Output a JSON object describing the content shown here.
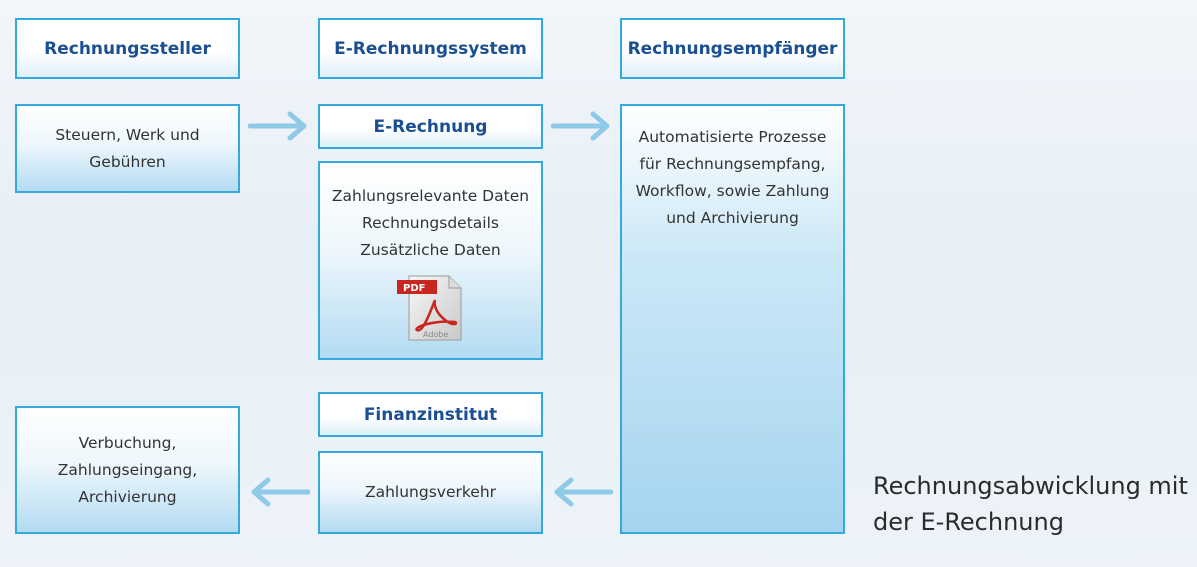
{
  "headers": {
    "left": "Rechnungssteller",
    "middle": "E-Rechnungssystem",
    "right": "Rechnungsempfänger"
  },
  "boxes": {
    "issuer_items": [
      "Steuern, Werk und",
      "Gebühren"
    ],
    "erechnung": "E-Rechnung",
    "invoice_data": [
      "Zahlungsrelevante Daten",
      "Rechnungsdetails",
      "Zusätzliche Daten"
    ],
    "recipient_process": [
      "Automatisierte Prozesse",
      "für Rechnungsempfang,",
      "Workflow, sowie Zahlung",
      "und Archivierung"
    ],
    "finanzinstitut": "Finanzinstitut",
    "payment": "Zahlungsverkehr",
    "booking": [
      "Verbuchung,",
      "Zahlungseingang,",
      "Archivierung"
    ]
  },
  "pdf_icon": {
    "label": "PDF",
    "brand": "Adobe"
  },
  "caption": [
    "Rechnungsabwicklung mit",
    "der E-Rechnung"
  ],
  "colors": {
    "border": "#33a9dc",
    "header_text": "#1b4f94",
    "arrow": "#8ecae8"
  }
}
